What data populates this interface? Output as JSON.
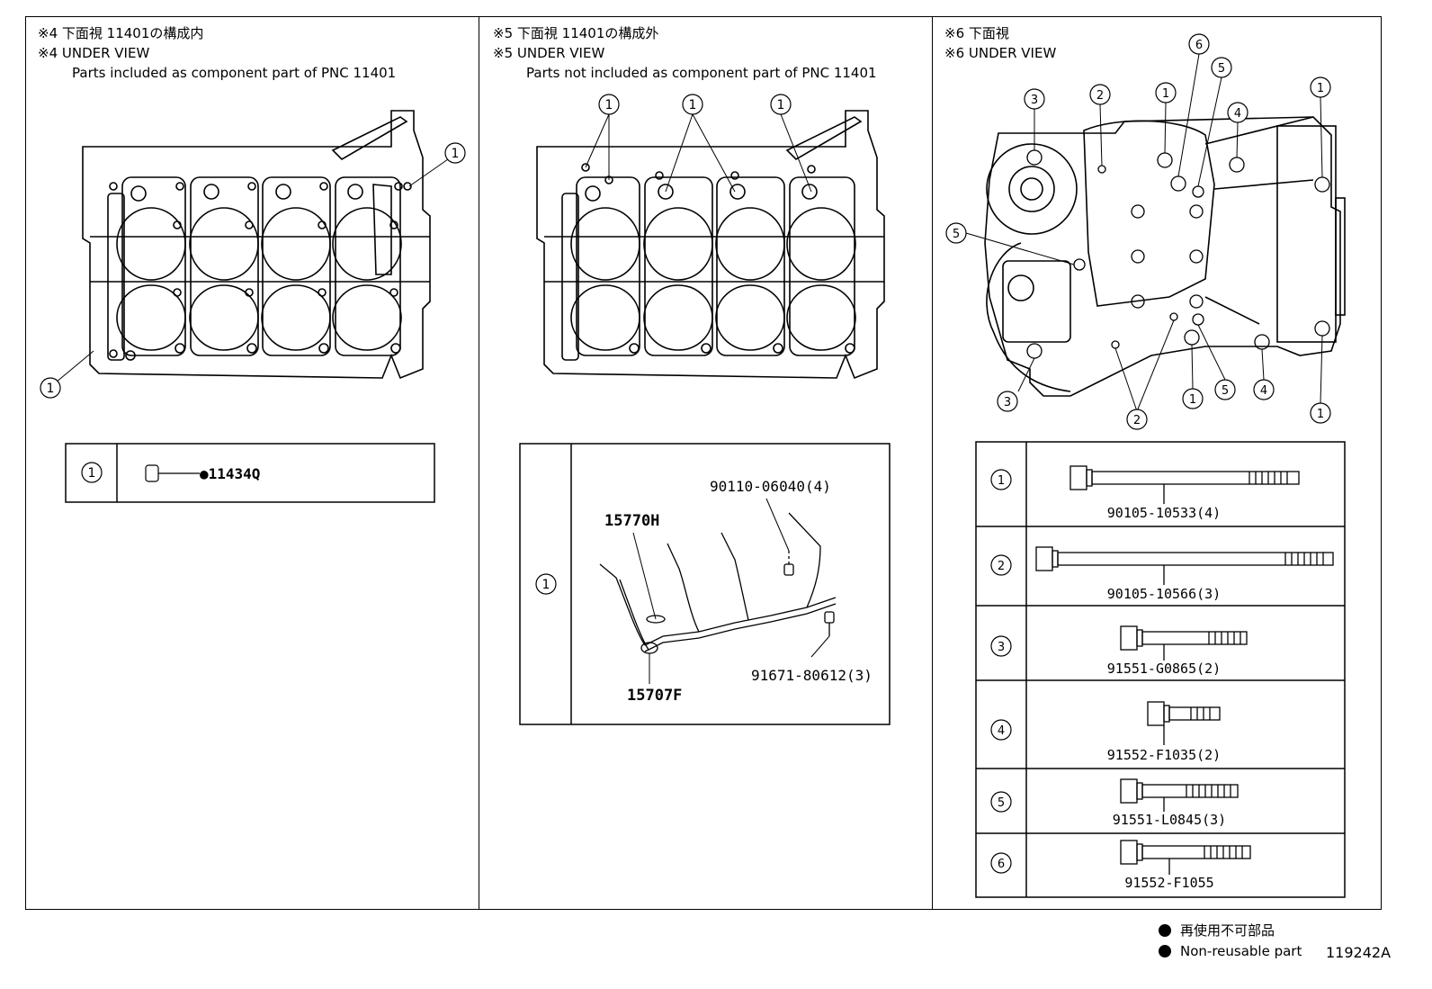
{
  "panel4": {
    "title_jp": "※4 下面視 11401の構成内",
    "title_en": "※4 UNDER VIEW",
    "subtitle": "Parts included as component part of PNC 11401",
    "callouts": [
      "1",
      "1"
    ],
    "table": {
      "row_label": "1",
      "part": "●11434Q"
    }
  },
  "panel5": {
    "title_jp": "※5 下面視 11401の構成外",
    "title_en": "※5 UNDER VIEW",
    "subtitle": "Parts not included as component part of PNC 11401",
    "callouts": [
      "1",
      "1",
      "1"
    ],
    "table": {
      "row_label": "1",
      "parts": [
        "90110-06040(4)",
        "15770H",
        "15707F",
        "91671-80612(3)"
      ]
    }
  },
  "panel6": {
    "title_jp": "※6 下面視",
    "title_en": "※6 UNDER VIEW",
    "callouts": [
      "3",
      "2",
      "1",
      "6",
      "5",
      "4",
      "1",
      "5",
      "3",
      "2",
      "1",
      "5",
      "4",
      "1"
    ],
    "table": [
      {
        "label": "1",
        "part": "90105-10533(4)"
      },
      {
        "label": "2",
        "part": "90105-10566(3)"
      },
      {
        "label": "3",
        "part": "91551-G0865(2)"
      },
      {
        "label": "4",
        "part": "91552-F1035(2)"
      },
      {
        "label": "5",
        "part": "91551-L0845(3)"
      },
      {
        "label": "6",
        "part": "91552-F1055"
      }
    ]
  },
  "legend": {
    "jp": "再使用不可部品",
    "en": "Non-reusable part"
  },
  "figure_id": "119242A"
}
